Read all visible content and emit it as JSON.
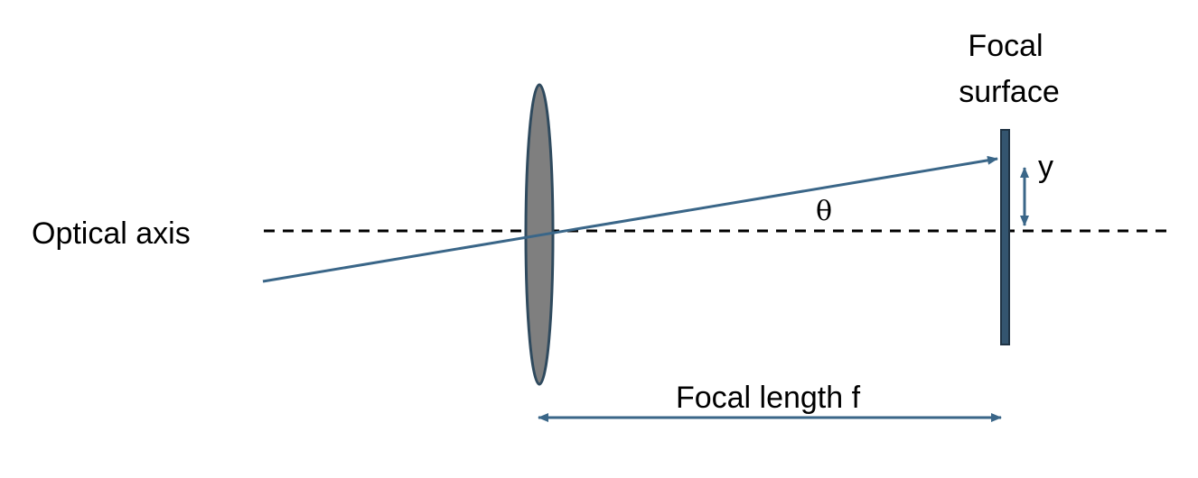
{
  "labels": {
    "optical_axis": "Optical axis",
    "focal_surface_line1": "Focal",
    "focal_surface_line2": "surface",
    "image_height": "y",
    "angle": "θ",
    "focal_length": "Focal length f"
  },
  "colors": {
    "ray": "#3A6688",
    "lens_fill": "#7F7F7F",
    "lens_stroke": "#2F4A5E",
    "focal_plane_fill": "#34556F",
    "focal_plane_stroke": "#1F3344",
    "axis": "#000000",
    "text": "#000000"
  }
}
